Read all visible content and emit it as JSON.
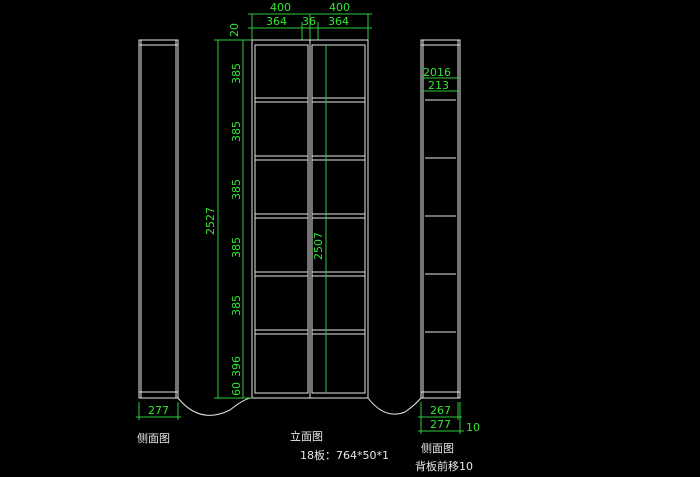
{
  "drawing": {
    "front_view": {
      "label": "立面图",
      "top_widths": [
        "400",
        "400"
      ],
      "inner_widths": [
        "364",
        "36",
        "364"
      ],
      "top_gap": "20",
      "overall_height": "2527",
      "inner_height": "2507",
      "shelf_heights": [
        "385",
        "385",
        "385",
        "385",
        "385",
        "396",
        "60"
      ]
    },
    "left_side": {
      "label": "侧面图",
      "depth": "277"
    },
    "right_side": {
      "label": "侧面图",
      "top_dims": "2016",
      "top_dim_2": "213",
      "bottom_dim_1": "267",
      "bottom_dim_2": "277",
      "side_dim": "10"
    },
    "notes": {
      "board": "18板：764*50*1",
      "backboard": "背板前移10"
    }
  }
}
